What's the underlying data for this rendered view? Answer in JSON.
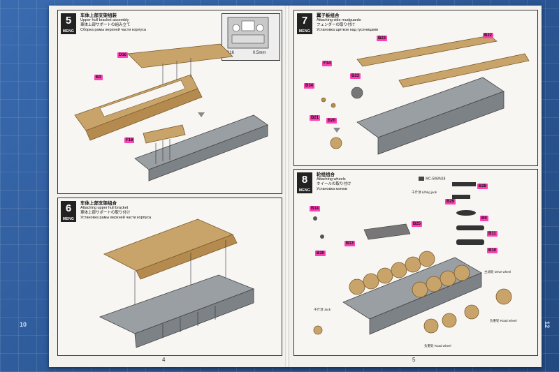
{
  "brand": "MENG",
  "mat": {
    "left_number": "10",
    "right_number": "12"
  },
  "pages": {
    "left": "4",
    "right": "5"
  },
  "steps": [
    {
      "number": "5",
      "title_cn": "车体上部支架组装",
      "title_en": "Upper hull bracket assembly",
      "title_jp": "車体上部サポートの組み立て",
      "title_ru": "Сборка рамы верхней части корпуса",
      "inset_part": "D16",
      "inset_thickness": "0.5mm",
      "callouts": [
        "D16",
        "B3",
        "F16"
      ]
    },
    {
      "number": "6",
      "title_cn": "车体上部支架组合",
      "title_en": "Attaching upper hull bracket",
      "title_jp": "車体上部サポートの取り付け",
      "title_ru": "Установка рамы верхней части корпуса"
    },
    {
      "number": "7",
      "title_cn": "翼子板组合",
      "title_en": "Attaching side mudguards",
      "title_jp": "フェンダーの取り付け",
      "title_ru": "Установка щитков над гусеницами",
      "callouts": [
        "B23",
        "B22",
        "F34",
        "B23",
        "B34",
        "B21",
        "B20"
      ]
    },
    {
      "number": "8",
      "title_cn": "轮组组合",
      "title_en": "Attaching wheels",
      "title_jp": "ホイールの取り付け",
      "title_ru": "Установка катков",
      "paint_code": "MC-506/N18",
      "callouts": [
        "B28",
        "B29",
        "B9",
        "B11",
        "B10",
        "B14",
        "B25",
        "B13",
        "B30"
      ],
      "notes": [
        "千斤顶 Lifting jack",
        "主动轮 Drive wheel",
        "千斤顶 Jack",
        "负重轮 Road wheel",
        "负重轮 Road wheel"
      ]
    }
  ]
}
